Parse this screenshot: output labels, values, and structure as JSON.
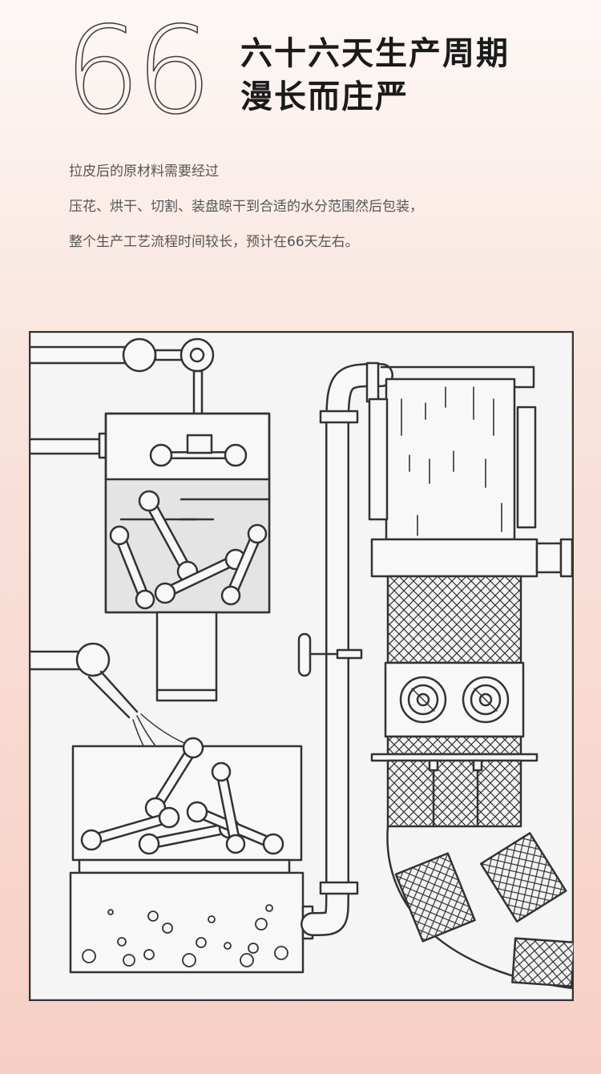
{
  "header": {
    "number": "66",
    "title_line1": "六十六天生产周期",
    "title_line2": "漫长而庄严"
  },
  "description": {
    "line1": "拉皮后的原材料需要经过",
    "line2": "压花、烘干、切割、装盘晾干到合适的水分范围然后包装，",
    "line3": "整个生产工艺流程时间较长，预计在66天左右。"
  },
  "colors": {
    "stroke": "#333333",
    "fill_light": "#f2f2f2",
    "fill_water": "#e4e4e4",
    "background_top": "#fdf8f6",
    "background_bottom": "#f6cfc4"
  },
  "illustration": {
    "icon": "factory-production-line"
  }
}
